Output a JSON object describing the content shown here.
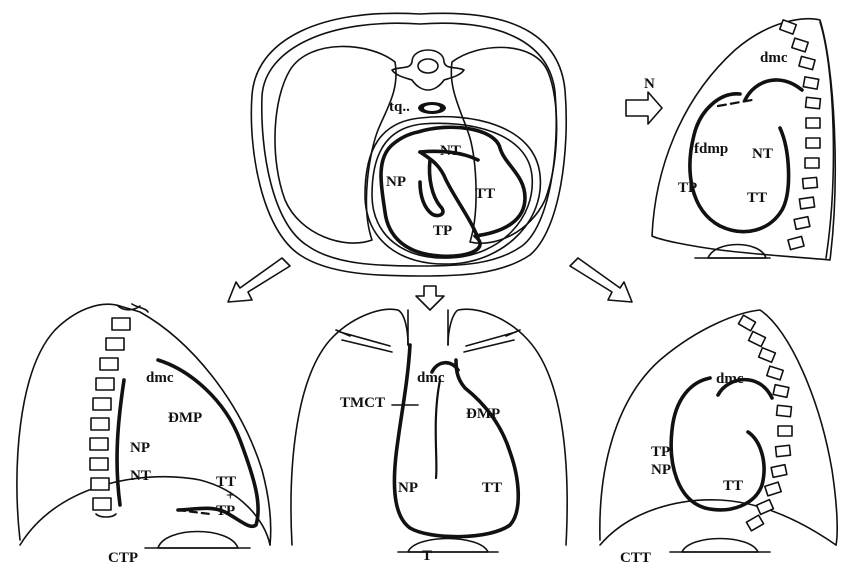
{
  "center": {
    "tq": "tq..",
    "nt": "NT",
    "np": "NP",
    "tt": "TT",
    "tp": "TP"
  },
  "arrow_label_n": "N",
  "panel_n": {
    "dmc": "dmc",
    "fdmp": "fdmp",
    "nt": "NT",
    "tp": "TP",
    "tt": "TT"
  },
  "panel_ctp": {
    "dmc": "dmc",
    "dmp": "ÐMP",
    "np": "NP",
    "nt": "NT",
    "tt": "TT",
    "plus": "+",
    "tp": "TP",
    "caption": "CTP"
  },
  "panel_t": {
    "dmc": "dmc",
    "tmct": "TMCT",
    "dmp": "ÐMP",
    "np": "NP",
    "tt": "TT",
    "caption": "T"
  },
  "panel_ctt": {
    "dmc": "dmc",
    "tp": "TP",
    "np": "NP",
    "tt": "TT",
    "caption": "CTT"
  }
}
